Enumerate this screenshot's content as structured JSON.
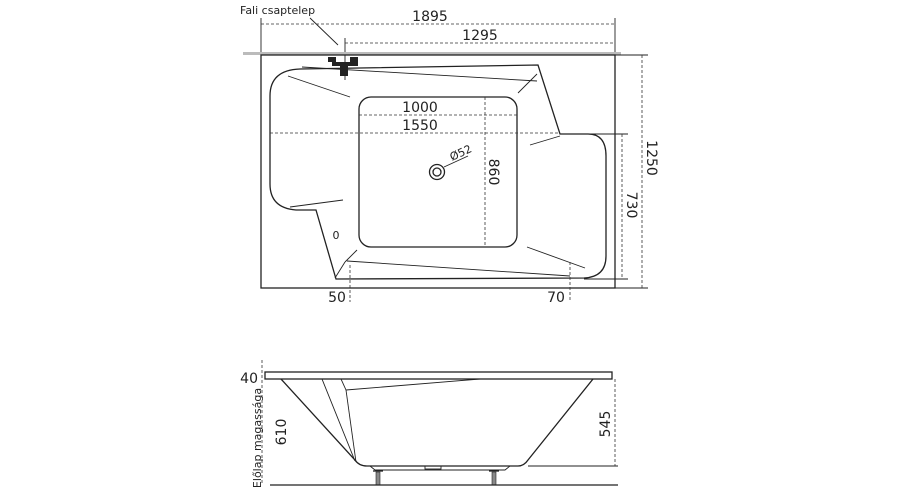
{
  "top_view": {
    "faucet_label": "Fali csaptelep",
    "overall_length": "1895",
    "faucet_offset": "1295",
    "overall_width": "1250",
    "basin_width": "1000",
    "inner_length": "1550",
    "basin_depth_span": "860",
    "right_section_width": "730",
    "drain_diameter": "Ø52",
    "left_offset": "50",
    "right_offset": "70",
    "overflow_mark": "0"
  },
  "side_view": {
    "rim_thickness": "40",
    "front_panel_label": "Előlap magassága",
    "front_panel_height": "610",
    "tub_depth": "545"
  }
}
